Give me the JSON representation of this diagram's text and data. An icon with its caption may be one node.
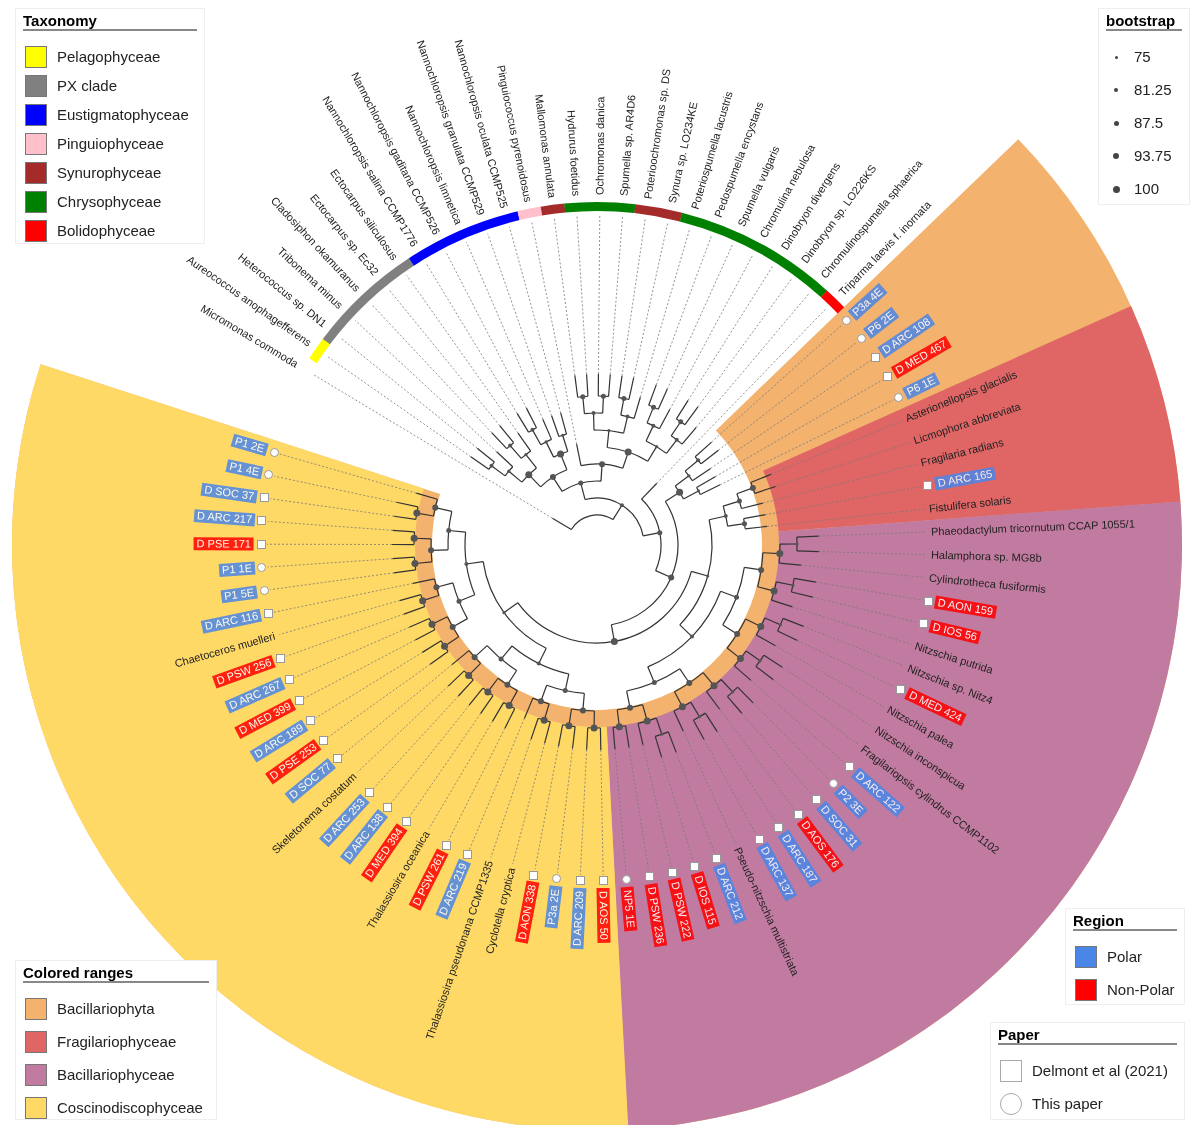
{
  "diagram": {
    "labels": [
      "Taxonomy",
      "bootstrap",
      "Micromonas commoda",
      "Aureococcus anophagefferens",
      "Heterococcus sp. DN1",
      "Tribonema minus",
      "Cladosiphon okamuranus",
      "Ectocarpus sp. Ec32",
      "Ectocarpus siliculosus",
      "Nannochloropsis salina CCMP1776",
      "Nannochloropsis gaditana CCMP526",
      "Nannochloropsis limnetica",
      "Nannochloropsis granulata CCMP529",
      "Nannochloropsis oculata CCMP525",
      "Pinguiococcus pyrenoidosus",
      "Mallomonas annulata",
      "Hydrurus foetidus",
      "Ochromonas danica",
      "Spumella sp. AR4D6",
      "Poterioochromonas sp. DS",
      "Synura sp. LO234KE",
      "Poteriospumella lacustris",
      "Pedospumella encystans",
      "Spumella vulgaris",
      "Chromulina nebulosa",
      "Dinobryon divergens",
      "Dinobryon sp. LO226KS",
      "Chromulinospumella sphaerica",
      "Triparma laevis f. inornata",
      "P3a 4E",
      "P6 2E",
      "D ARC 108",
      "D MED 467",
      "P6 1E",
      "Asterionellopsis glacialis",
      "Licmophora abbreviata",
      "Fragilaria radians",
      "D ARC 165",
      "Fistulifera solaris",
      "Phaeodactylum tricornutum CCAP 1055/1",
      "Halamphora sp. MG8b",
      "Cylindrotheca fusiformis",
      "D AON 159",
      "D IOS 56",
      "Nitzschia putrida",
      "Nitzschia sp. Nitz4",
      "D MED 424",
      "Nitzschia palea",
      "Nitzschia inconspicua",
      "Fragilariopsis cylindrus CCMP1102",
      "D ARC 122",
      "Skeletonema costatum",
      "D ARC 253",
      "D ARC 138",
      "D MED 394",
      "Thalassiosira oceanica",
      "D PSW 261",
      "D ARC 219",
      "Thalassiosira pseudonana CCMP1335",
      "Cyclotella cryptica",
      "D AON 338",
      "P3a 2E",
      "D ARC 209",
      "D AOS 50",
      "NP5 1E",
      "D PSW 236",
      "D PSW 222",
      "D IOS 115",
      "D ARC 212",
      "Pseudo-nitzschia multistriata",
      "D ARC 137",
      "D ARC 187",
      "D AOS 176",
      "D SOC 31",
      "P2 3E",
      "D SOC 77",
      "D PSE 253",
      "D ARC 189",
      "D MED 399",
      "D ARC 267",
      "D PSW 256",
      "Chaetoceros muelleri",
      "D ARC 116",
      "P1 5E",
      "P1 1E",
      "D PSE 171",
      "D ARC 217",
      "D SOC 37",
      "P1 4E",
      "P1 2E",
      "Colored ranges",
      "Region",
      "Paper"
    ],
    "legend": [
      {
        "text": "Pelagophyceae",
        "color": "#ffff00"
      },
      {
        "text": "PX clade",
        "color": "#808080"
      },
      {
        "text": "Eustigmatophyceae",
        "color": "#0000ff"
      },
      {
        "text": "Pinguiophyceae",
        "color": "#ffc0cb"
      },
      {
        "text": "Synurophyceae",
        "color": "#a52a2a"
      },
      {
        "text": "Chrysophyceae",
        "color": "#008000"
      },
      {
        "text": "Bolidophyceae",
        "color": "#ff0000"
      },
      {
        "text": "75"
      },
      {
        "text": "81.25"
      },
      {
        "text": "87.5"
      },
      {
        "text": "93.75"
      },
      {
        "text": "100"
      },
      {
        "text": "Bacillariophyta",
        "color": "#f3b26e"
      },
      {
        "text": "Fragilariophyceae",
        "color": "#e06666"
      },
      {
        "text": "Bacillariophyceae",
        "color": "#c27ba0"
      },
      {
        "text": "Coscinodiscophyceae",
        "color": "#ffd966"
      },
      {
        "text": "Polar",
        "color": "#4a86e8"
      },
      {
        "text": "Non-Polar",
        "color": "#ff0000"
      },
      {
        "text": "Delmont et al (2021)"
      },
      {
        "text": "This paper"
      }
    ]
  }
}
